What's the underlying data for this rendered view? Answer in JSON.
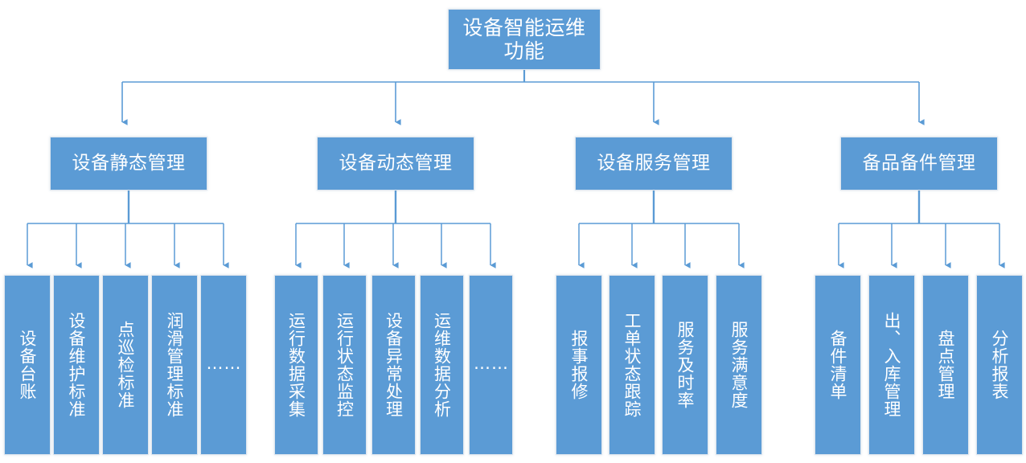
{
  "diagram": {
    "type": "hierarchy-tree",
    "title": "设备智能运维功能",
    "colors": {
      "node_fill": "#5B9BD5",
      "node_border": "#dfe6ee",
      "connector": "#5B9BD5",
      "text": "#FFFFFF",
      "background": "#FFFFFF"
    },
    "root": {
      "label": "设备智能运维功能"
    },
    "branches": [
      {
        "label": "设备静态管理",
        "children": [
          {
            "label": "设备台账"
          },
          {
            "label": "设备维护标准"
          },
          {
            "label": "点巡检标准"
          },
          {
            "label": "润滑管理标准"
          },
          {
            "label": "…\n…"
          }
        ]
      },
      {
        "label": "设备动态管理",
        "children": [
          {
            "label": "运行数据采集"
          },
          {
            "label": "运行状态监控"
          },
          {
            "label": "设备异常处理"
          },
          {
            "label": "运维数据分析"
          },
          {
            "label": "…\n…"
          }
        ]
      },
      {
        "label": "设备服务管理",
        "children": [
          {
            "label": "报事报修"
          },
          {
            "label": "工单状态跟踪"
          },
          {
            "label": "服务及时率"
          },
          {
            "label": "服务满意度"
          }
        ]
      },
      {
        "label": "备品备件管理",
        "children": [
          {
            "label": "备件清单"
          },
          {
            "label": "出、入库管理"
          },
          {
            "label": "盘点管理"
          },
          {
            "label": "分析报表"
          }
        ]
      }
    ]
  }
}
